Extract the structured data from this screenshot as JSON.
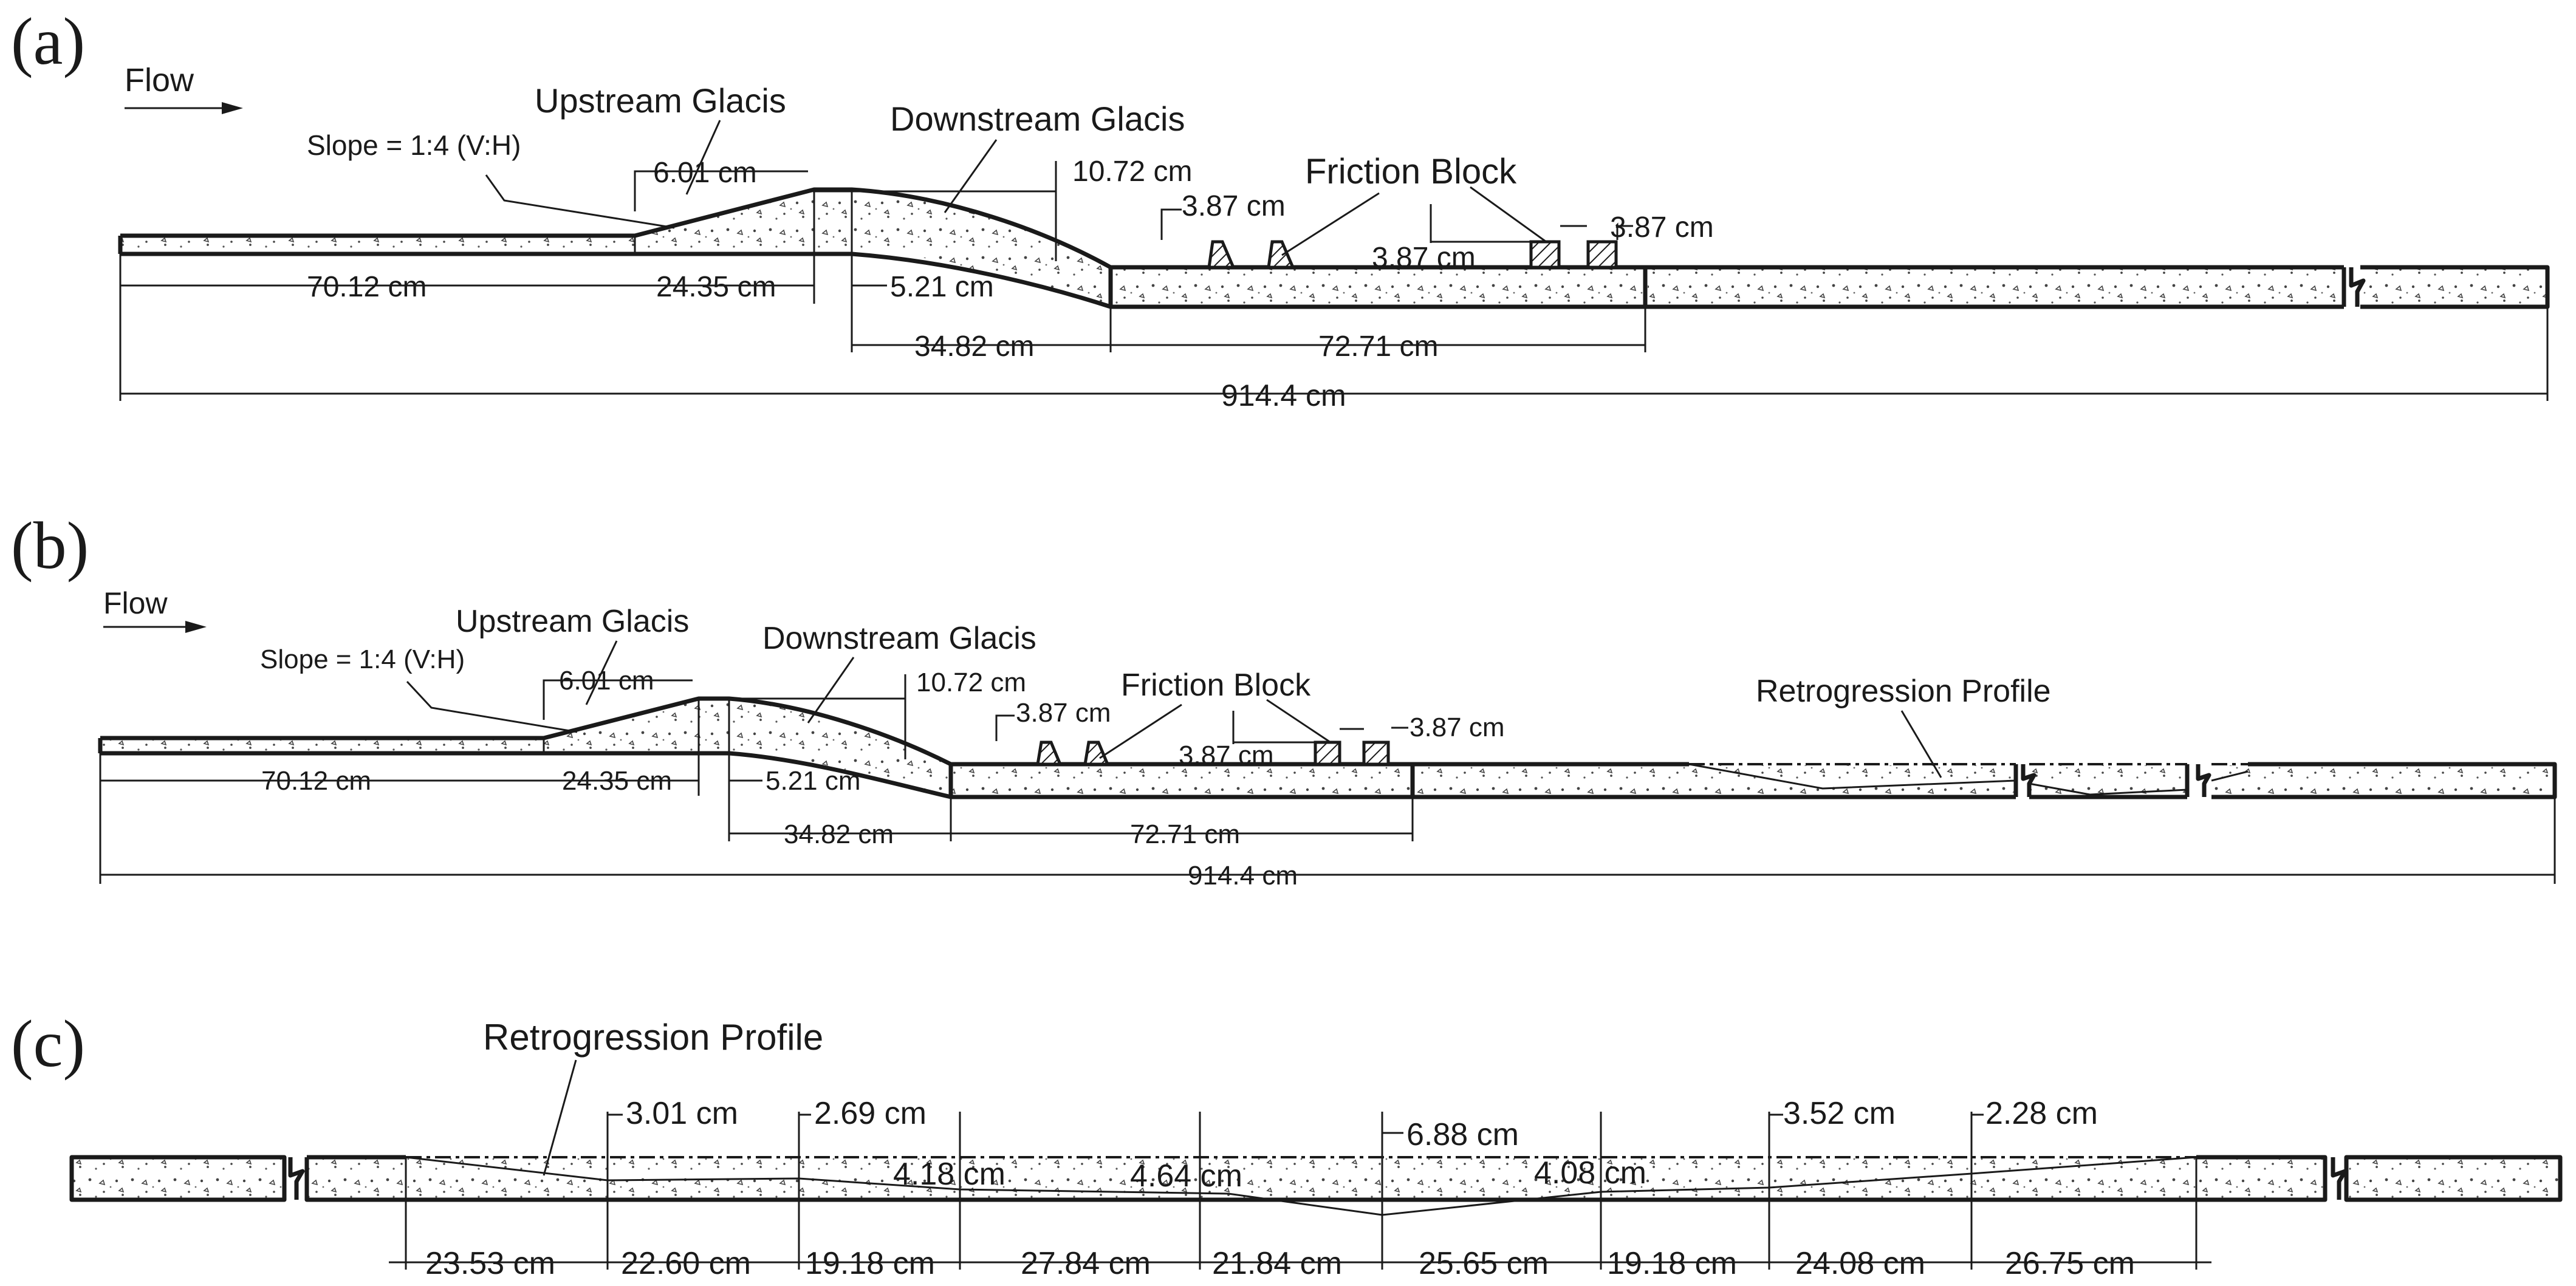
{
  "panels": {
    "a": {
      "letter": "(a)",
      "flow": "Flow",
      "slope": "Slope = 1:4 (V:H)",
      "upstream_glacis": "Upstream Glacis",
      "downstream_glacis": "Downstream Glacis",
      "friction_block": "Friction Block",
      "dims": {
        "up_rise": "6.01 cm",
        "down_drop": "10.72 cm",
        "block_h_left": "3.87 cm",
        "block_gap": "3.87 cm",
        "block_h_right": "3.87 cm",
        "upstream_len": "70.12 cm",
        "up_glacis_len": "24.35 cm",
        "crest_len": "5.21 cm",
        "down_glacis_len": "34.82 cm",
        "basin_len": "72.71 cm",
        "total_len": "914.4 cm"
      }
    },
    "b": {
      "letter": "(b)",
      "flow": "Flow",
      "slope": "Slope = 1:4 (V:H)",
      "upstream_glacis": "Upstream Glacis",
      "downstream_glacis": "Downstream Glacis",
      "friction_block": "Friction Block",
      "retrogression": "Retrogression Profile",
      "dims": {
        "up_rise": "6.01 cm",
        "down_drop": "10.72 cm",
        "block_h_left": "3.87 cm",
        "block_gap": "3.87 cm",
        "block_h_right": "3.87 cm",
        "upstream_len": "70.12 cm",
        "up_glacis_len": "24.35 cm",
        "crest_len": "5.21 cm",
        "down_glacis_len": "34.82 cm",
        "basin_len": "72.71 cm",
        "total_len": "914.4 cm"
      }
    },
    "c": {
      "letter": "(c)",
      "retrogression": "Retrogression Profile",
      "depths_top": [
        "3.01 cm",
        "2.69 cm",
        "6.88 cm",
        "3.52 cm",
        "2.28 cm"
      ],
      "depths_mid": [
        "4.18 cm",
        "4.64 cm",
        "4.08 cm"
      ],
      "lengths": [
        "23.53 cm",
        "22.60 cm",
        "19.18 cm",
        "27.84 cm",
        "21.84 cm",
        "25.65 cm",
        "19.18 cm",
        "24.08 cm",
        "26.75 cm"
      ]
    }
  }
}
